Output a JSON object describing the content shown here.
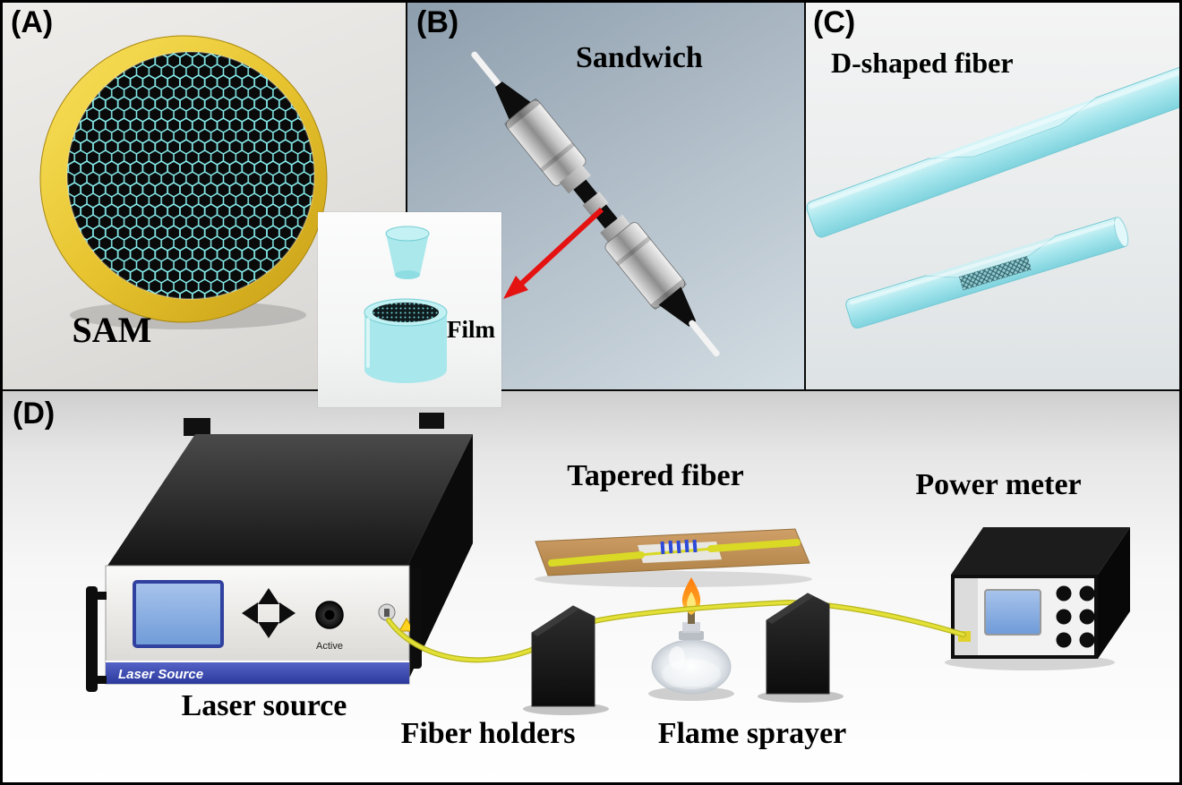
{
  "panels": {
    "a": {
      "tag": "(A)",
      "caption": "SAM"
    },
    "b": {
      "tag": "(B)",
      "caption": "Sandwich",
      "film_caption": "Film"
    },
    "c": {
      "tag": "(C)",
      "caption": "D-shaped fiber"
    },
    "d": {
      "tag": "(D)",
      "labels": {
        "laser_source": "Laser source",
        "tapered_fiber": "Tapered fiber",
        "power_meter": "Power meter",
        "fiber_holders": "Fiber holders",
        "flame_sprayer": "Flame sprayer"
      },
      "device": {
        "laser_front_text": "Laser Source",
        "active_label": "Active"
      }
    }
  },
  "colors": {
    "sam_mesh_cyan": "#86ecec",
    "sam_ring_gold": "#ecc42a",
    "fiber_cyan": "#a3e6ea",
    "arrow_red": "#e51212",
    "optical_fiber_yellow": "#e3e137",
    "cork_board": "#c79a63",
    "screen_blue": "#7aa7e0",
    "flame_orange": "#ff9a1e",
    "device_black": "#141414",
    "laser_stripe_blue": "#3a4aa6"
  }
}
